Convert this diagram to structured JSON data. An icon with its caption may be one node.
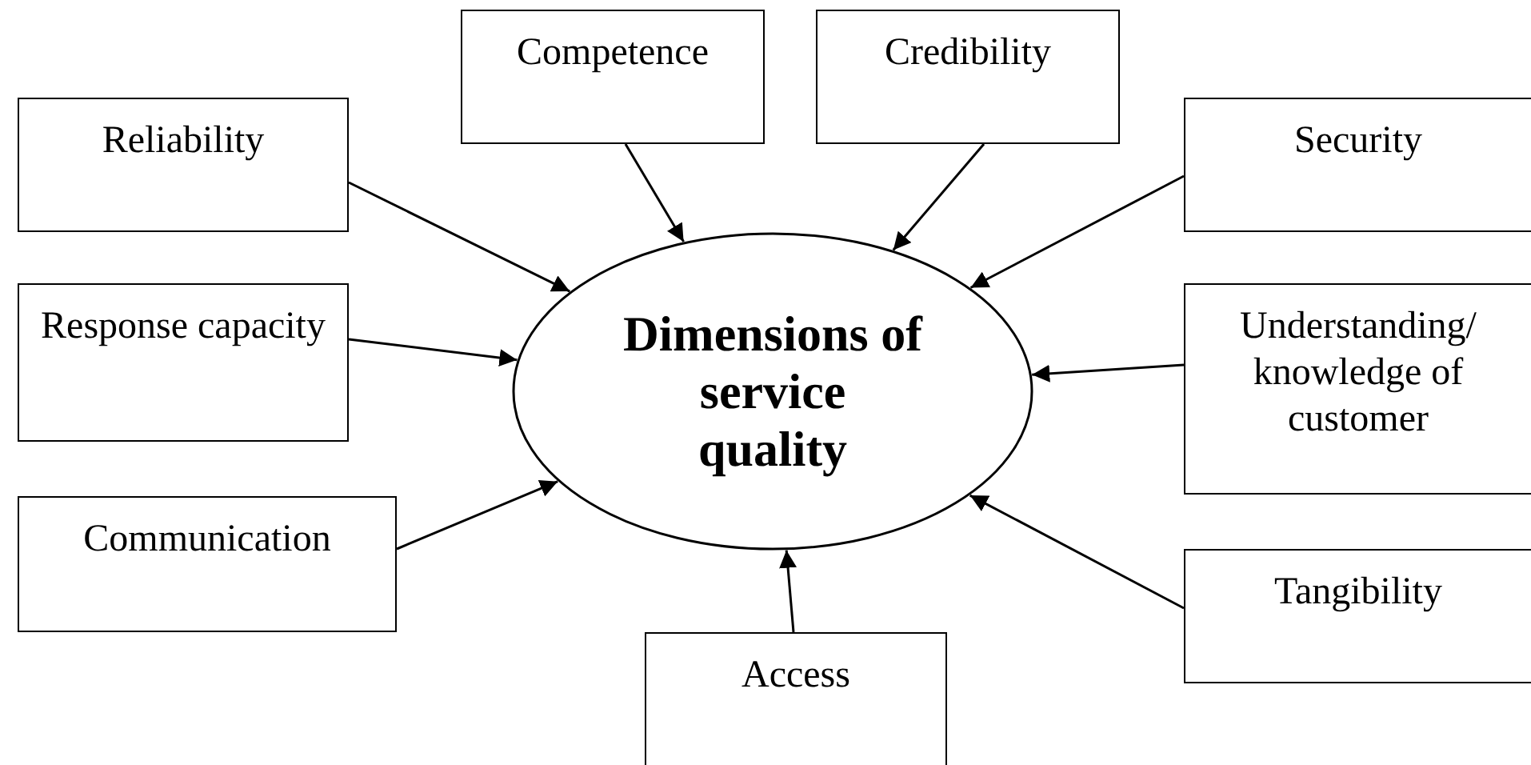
{
  "diagram": {
    "nodes": [
      {
        "text": [
          "Competence"
        ]
      },
      {
        "text": [
          "Credibility"
        ]
      },
      {
        "text": [
          "Reliability"
        ]
      },
      {
        "text": [
          "Security"
        ]
      },
      {
        "text": [
          "Response capacity"
        ]
      },
      {
        "text": [
          "Dimensions of service quality"
        ]
      },
      {
        "text": [
          "Understanding/ knowledge of customer"
        ]
      },
      {
        "text": [
          "Communication"
        ]
      },
      {
        "text": [
          "Tangibility"
        ]
      },
      {
        "text": [
          "Access"
        ]
      }
    ],
    "edges": [
      {
        "from": 0,
        "to": 5,
        "arrow": "to"
      },
      {
        "from": 1,
        "to": 5,
        "arrow": "to"
      },
      {
        "from": 2,
        "to": 5,
        "arrow": "to"
      },
      {
        "from": 3,
        "to": 5,
        "arrow": "to"
      },
      {
        "from": 4,
        "to": 5,
        "arrow": "to"
      },
      {
        "from": 6,
        "to": 5,
        "arrow": "to"
      },
      {
        "from": 7,
        "to": 5,
        "arrow": "to"
      },
      {
        "from": 8,
        "to": 5,
        "arrow": "to"
      },
      {
        "from": 9,
        "to": 5,
        "arrow": "to"
      }
    ]
  }
}
